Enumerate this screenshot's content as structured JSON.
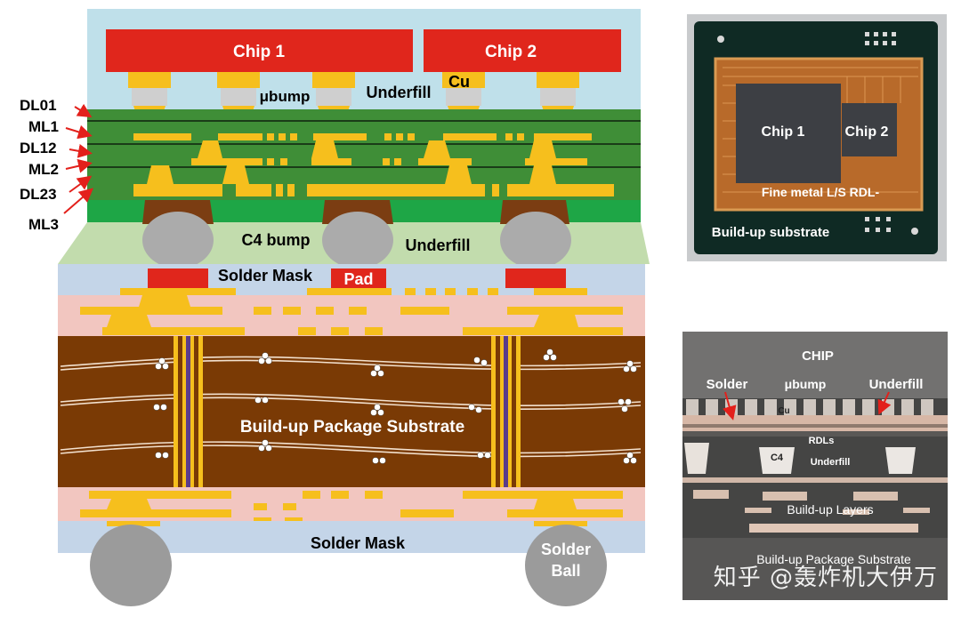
{
  "schematic": {
    "chip1": "Chip 1",
    "chip2": "Chip 2",
    "ubump": "μbump",
    "underfill_top": "Underfill",
    "cu": "Cu",
    "layers": [
      "DL01",
      "ML1",
      "DL12",
      "ML2",
      "DL23",
      "ML3"
    ],
    "c4_bump": "C4 bump",
    "underfill_mid": "Underfill",
    "solder_mask_top": "Solder Mask",
    "pad": "Pad",
    "substrate": "Build-up Package Substrate",
    "solder_mask_bottom": "Solder Mask",
    "solder_ball_line1": "Solder",
    "solder_ball_line2": "Ball"
  },
  "photo_top": {
    "chip1": "Chip 1",
    "chip2": "Chip 2",
    "rdl": "Fine metal L/S RDL-",
    "substrate": "Build-up substrate"
  },
  "photo_bottom": {
    "chip": "CHIP",
    "solder": "Solder",
    "ubump": "μbump",
    "underfill": "Underfill",
    "cu": "Cu",
    "rdls": "RDLs",
    "c4": "C4",
    "underfill_small": "Underfill",
    "buildup_layers": "Build-up Layers",
    "substrate": "Build-up Package Substrate"
  },
  "watermark": "知乎 @轰炸机大伊万",
  "colors": {
    "sky": "#bfe0ea",
    "chip_red": "#e0261c",
    "gold": "#f6bf1d",
    "green": "#3f8e37",
    "bright_green": "#1ea646",
    "brown": "#7a3a05",
    "pink": "#f2c6c0",
    "mask_blue": "#c4d5e8",
    "grey": "#a8a8a8",
    "arrow_red": "#e3201b"
  }
}
